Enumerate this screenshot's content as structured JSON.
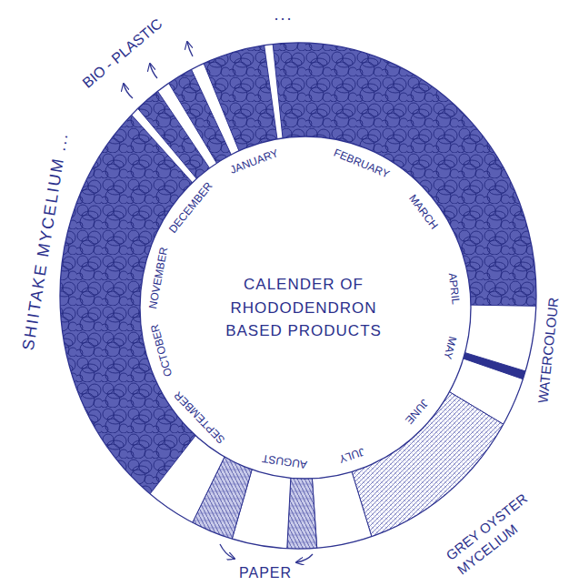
{
  "diagram": {
    "title": "CALENDER OF RHODODENDRON BASED PRODUCTS",
    "labels": [
      "JANUARY",
      "FEBRUARY",
      "MARCH",
      "APRIL",
      "MAY",
      "JUNE",
      "JULY",
      "AUGUST",
      "SEPTEMBER",
      "OCTOBER",
      "NOVEMBER",
      "DECEMBER",
      "...",
      "BIO - PLASTIC",
      "SHIITAKE MYCELIUM ...",
      "WATERCOLOUR",
      "GREY OYSTER MYCELIUM",
      "PAPER"
    ]
  }
}
